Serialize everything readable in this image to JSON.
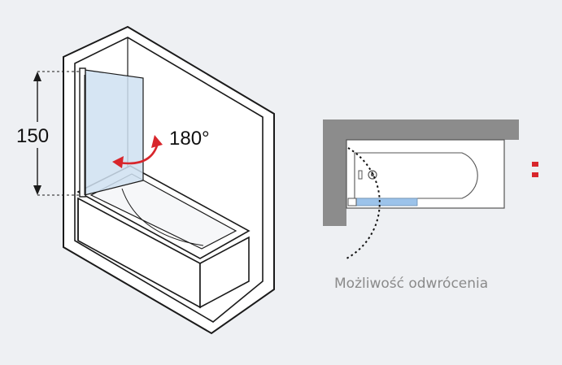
{
  "left_view": {
    "height_label": "150",
    "rotation_label": "180°"
  },
  "right_view": {
    "caption": "Możliwość odwrócenia"
  },
  "colors": {
    "background": "#eef0f3",
    "wall_gray": "#8c8c8c",
    "glass_blue": "#cfe1f1",
    "glass_bar_blue": "#9cc3ea",
    "arrow_red": "#d8262c",
    "marker_red": "#d8262c"
  }
}
